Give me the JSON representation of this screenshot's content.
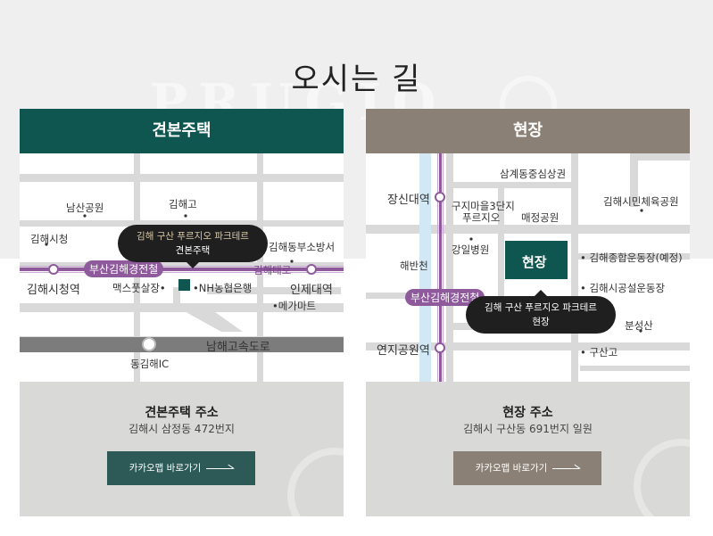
{
  "page": {
    "title": "오시는 길",
    "watermark": "PRUGIO"
  },
  "colors": {
    "teal": "#0f5650",
    "taupe": "#8a8075",
    "purple": "#8e5a9c",
    "bubble": "#1f1f1f",
    "gold": "#d8c9a6"
  },
  "left": {
    "header": "견본주택",
    "map": {
      "labels": {
        "namsan": "남산공원",
        "gimhae_go": "김해고",
        "gimhae_cityhall": "김해시청",
        "gimhae_dong_fire": "김해동부소방서",
        "subway_line": "부산김해경전철",
        "gimhae_taero": "김해태로",
        "cityhall_station": "김해시청역",
        "max_seafood": "맥스풋살장•",
        "nh_bank": "•NH농협은행",
        "inje_station": "인제대역",
        "mega_mart": "•메가마트",
        "namhae_highway": "남해고속도로",
        "dong_gimhae_ic": "동김해IC"
      },
      "bubble": {
        "line1": "김해 구산 푸르지오 파크테르",
        "line2": "견본주택"
      }
    },
    "address_title": "견본주택 주소",
    "address": "김해시 삼정동 472번지",
    "button": "카카오맵 바로가기"
  },
  "right": {
    "header": "현장",
    "map": {
      "labels": {
        "samgye": "삼계동중심상권",
        "jangsin_station": "장신대역",
        "gujimaeul_l1": "구지마을3단지",
        "gujimaeul_l2": "푸르지오",
        "maejeong_park": "매정공원",
        "gimhae_sports": "김해시민체육공원",
        "gangil_hospital": "강일병원",
        "haeban": "해반천",
        "site": "현장",
        "gimhae_complex": "• 김해종합운동장(예정)",
        "gimhae_public": "• 김해시공설운동장",
        "subway_line": "부산김해경전철",
        "bunseong": "분성산",
        "yeonji_station": "연지공원역",
        "gusan_go": "• 구산고"
      },
      "bubble": {
        "line1": "김해 구산 푸르지오 파크테르",
        "line2": "현장"
      }
    },
    "address_title": "현장 주소",
    "address": "김해시 구산동 691번지 일원",
    "button": "카카오맵 바로가기"
  }
}
